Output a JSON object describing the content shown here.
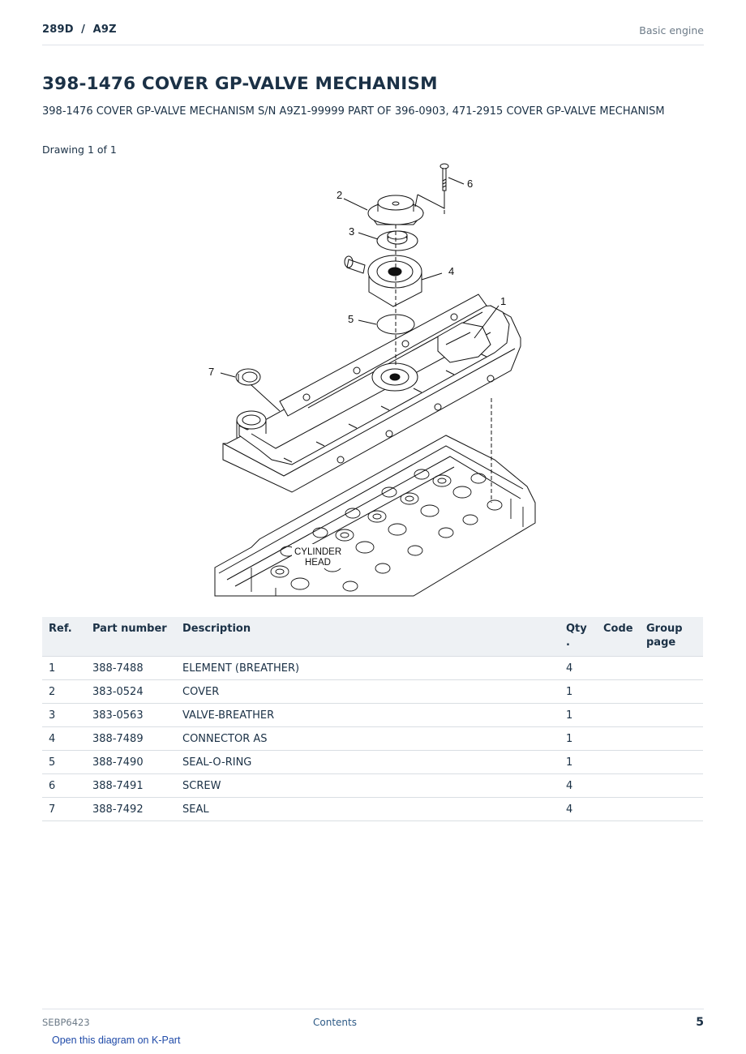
{
  "header": {
    "model": "289D  /  A9Z",
    "section": "Basic engine"
  },
  "title": "398-1476 COVER GP-VALVE MECHANISM",
  "subtitle": "398-1476 COVER GP-VALVE MECHANISM S/N A9Z1-99999 PART OF 396-0903, 471-2915 COVER GP-VALVE MECHANISM",
  "drawing_label": "Drawing 1 of 1",
  "diagram": {
    "callouts": [
      "1",
      "2",
      "3",
      "4",
      "5",
      "6",
      "7"
    ],
    "cylinder_head_label": [
      "CYLINDER",
      "HEAD"
    ]
  },
  "table": {
    "headers": {
      "ref": "Ref.",
      "part_number": "Part number",
      "description": "Description",
      "qty": "Qty\n.",
      "code": "Code",
      "group_page": "Group\npage"
    },
    "rows": [
      {
        "ref": "1",
        "part_number": "388-7488",
        "description": "ELEMENT (BREATHER)",
        "qty": "4",
        "code": "",
        "group_page": ""
      },
      {
        "ref": "2",
        "part_number": "383-0524",
        "description": "COVER",
        "qty": "1",
        "code": "",
        "group_page": ""
      },
      {
        "ref": "3",
        "part_number": "383-0563",
        "description": "VALVE-BREATHER",
        "qty": "1",
        "code": "",
        "group_page": ""
      },
      {
        "ref": "4",
        "part_number": "388-7489",
        "description": "CONNECTOR AS",
        "qty": "1",
        "code": "",
        "group_page": ""
      },
      {
        "ref": "5",
        "part_number": "388-7490",
        "description": "SEAL-O-RING",
        "qty": "1",
        "code": "",
        "group_page": ""
      },
      {
        "ref": "6",
        "part_number": "388-7491",
        "description": "SCREW",
        "qty": "4",
        "code": "",
        "group_page": ""
      },
      {
        "ref": "7",
        "part_number": "388-7492",
        "description": "SEAL",
        "qty": "4",
        "code": "",
        "group_page": ""
      }
    ]
  },
  "footer": {
    "doc_id": "SEBP6423",
    "contents_link": "Contents",
    "page_number": "5"
  },
  "kpart_link": "Open this diagram on K-Part"
}
